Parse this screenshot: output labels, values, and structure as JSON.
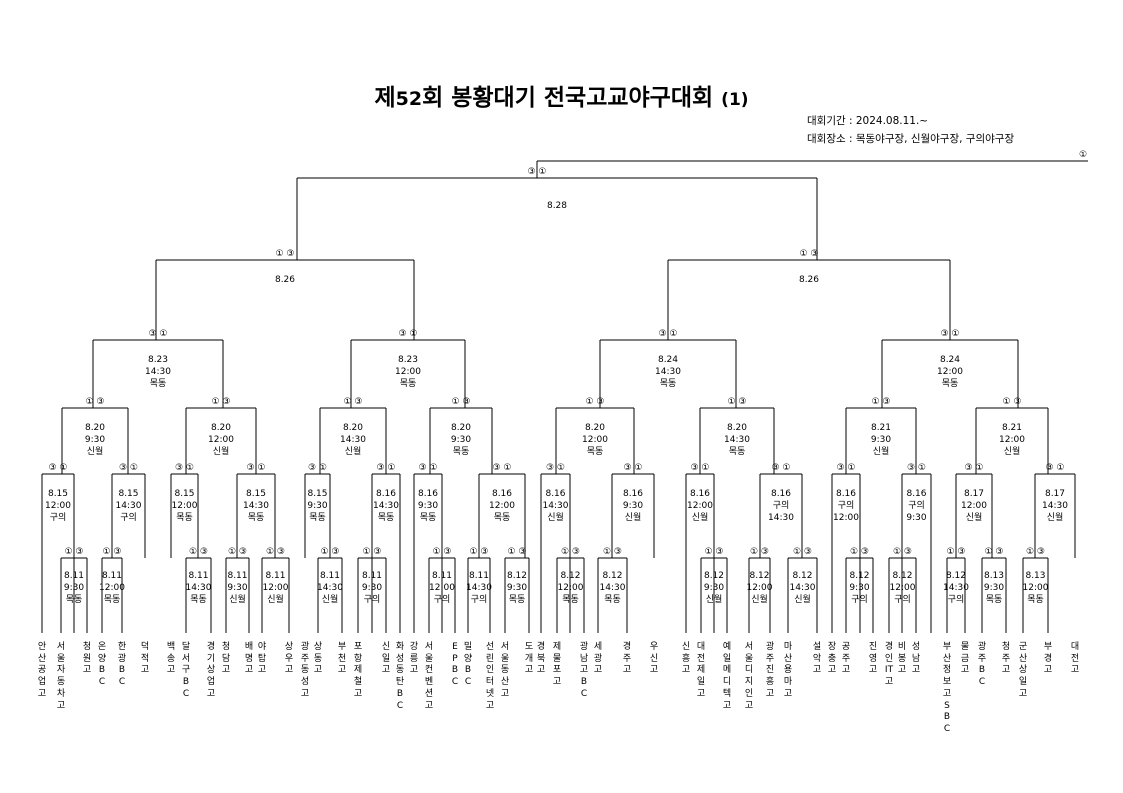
{
  "title": {
    "main": "제",
    "num": "52",
    "rest": "회  봉황대기  전국고교야구대회",
    "part": "(1)"
  },
  "info": {
    "period": "대회기간 : 2024.08.11.~",
    "venue": "대회장소 : 목동야구장, 신월야구장, 구의야구장"
  },
  "bracket": {
    "final_note": {
      "date": "8.28",
      "marks": "③ ①",
      "top_mark": "①"
    },
    "semis": [
      {
        "date": "8.26",
        "marks": "① ③"
      },
      {
        "date": "8.26",
        "marks": "① ③"
      }
    ],
    "quarters": [
      {
        "lines": [
          "8.23",
          "14:30",
          "목동"
        ],
        "marks": "③ ①"
      },
      {
        "lines": [
          "8.23",
          "12:00",
          "목동"
        ],
        "marks": "③ ①"
      },
      {
        "lines": [
          "8.24",
          "14:30",
          "목동"
        ],
        "marks": "③ ①"
      },
      {
        "lines": [
          "8.24",
          "12:00",
          "목동"
        ],
        "marks": "③ ①"
      }
    ],
    "round16": [
      {
        "lines": [
          "8.20",
          "9:30",
          "신월"
        ],
        "marks": "① ③"
      },
      {
        "lines": [
          "8.20",
          "12:00",
          "신월"
        ],
        "marks": "① ③"
      },
      {
        "lines": [
          "8.20",
          "14:30",
          "신월"
        ],
        "marks": "① ③"
      },
      {
        "lines": [
          "8.20",
          "9:30",
          "목동"
        ],
        "marks": "① ③"
      },
      {
        "lines": [
          "8.20",
          "12:00",
          "목동"
        ],
        "marks": "① ③"
      },
      {
        "lines": [
          "8.20",
          "14:30",
          "목동"
        ],
        "marks": "① ③"
      },
      {
        "lines": [
          "8.21",
          "9:30",
          "신월"
        ],
        "marks": "① ③"
      },
      {
        "lines": [
          "8.21",
          "12:00",
          "신월"
        ],
        "marks": "① ③"
      }
    ],
    "round32": [
      {
        "lines": [
          "8.15",
          "12:00",
          "구의"
        ],
        "marks": "③ ①"
      },
      {
        "lines": [
          "8.15",
          "14:30",
          "구의"
        ],
        "marks": "③ ①"
      },
      {
        "lines": [
          "8.15",
          "12:00",
          "목동"
        ],
        "marks": "③ ①"
      },
      {
        "lines": [
          "8.15",
          "14:30",
          "목동"
        ],
        "marks": "③ ①"
      },
      {
        "lines": [
          "8.15",
          "9:30",
          "목동"
        ],
        "marks": "③ ①"
      },
      {
        "lines": [
          "8.16",
          "14:30",
          "목동"
        ],
        "marks": "③ ①"
      },
      {
        "lines": [
          "8.16",
          "9:30",
          "목동"
        ],
        "marks": "③ ①"
      },
      {
        "lines": [
          "8.16",
          "12:00",
          "목동"
        ],
        "marks": "③ ①"
      },
      {
        "lines": [
          "8.16",
          "14:30",
          "신월"
        ],
        "marks": "③ ①"
      },
      {
        "lines": [
          "8.16",
          "9:30",
          "신월"
        ],
        "marks": "③ ①"
      },
      {
        "lines": [
          "8.16",
          "12:00",
          "신월"
        ],
        "marks": "③ ①"
      },
      {
        "lines": [
          "8.16",
          "구의",
          "14:30"
        ],
        "marks": "③ ①"
      },
      {
        "lines": [
          "8.16",
          "구의",
          "12:00"
        ],
        "marks": "③ ①"
      },
      {
        "lines": [
          "8.16",
          "구의",
          "9:30"
        ],
        "marks": "③ ①"
      },
      {
        "lines": [
          "8.17",
          "12:00",
          "신월"
        ],
        "marks": "③ ①"
      },
      {
        "lines": [
          "8.17",
          "14:30",
          "신월"
        ],
        "marks": "③ ①"
      }
    ],
    "round64": [
      {
        "lines": [
          "8.11",
          "9:30",
          "목동"
        ],
        "marks": "① ③"
      },
      {
        "lines": [
          "8.11",
          "12:00",
          "목동"
        ],
        "marks": "① ③"
      },
      {
        "lines": [
          "8.11",
          "14:30",
          "목동"
        ],
        "marks": "① ③"
      },
      {
        "lines": [
          "8.11",
          "9:30",
          "신월"
        ],
        "marks": "① ③"
      },
      {
        "lines": [
          "8.11",
          "12:00",
          "신월"
        ],
        "marks": "① ③"
      },
      {
        "lines": [
          "8.11",
          "14:30",
          "신월"
        ],
        "marks": "① ③"
      },
      {
        "lines": [
          "8.11",
          "9:30",
          "구의"
        ],
        "marks": "① ③"
      },
      {
        "lines": [
          "8.11",
          "12:00",
          "구의"
        ],
        "marks": "① ③"
      },
      {
        "lines": [
          "8.11",
          "14:30",
          "구의"
        ],
        "marks": "① ③"
      },
      {
        "lines": [
          "8.12",
          "9:30",
          "목동"
        ],
        "marks": "① ③"
      },
      {
        "lines": [
          "8.12",
          "12:00",
          "목동"
        ],
        "marks": "① ③"
      },
      {
        "lines": [
          "8.12",
          "14:30",
          "목동"
        ],
        "marks": "① ③"
      },
      {
        "lines": [
          "8.12",
          "9:30",
          "신월"
        ],
        "marks": "① ③"
      },
      {
        "lines": [
          "8.12",
          "12:00",
          "신월"
        ],
        "marks": "① ③"
      },
      {
        "lines": [
          "8.12",
          "14:30",
          "신월"
        ],
        "marks": "① ③"
      },
      {
        "lines": [
          "8.12",
          "9:30",
          "구의"
        ],
        "marks": "① ③"
      },
      {
        "lines": [
          "8.12",
          "12:00",
          "구의"
        ],
        "marks": "① ③"
      },
      {
        "lines": [
          "8.12",
          "14:30",
          "구의"
        ],
        "marks": "① ③"
      },
      {
        "lines": [
          "8.13",
          "9:30",
          "목동"
        ],
        "marks": "① ③"
      },
      {
        "lines": [
          "8.13",
          "12:00",
          "목동"
        ],
        "marks": "① ③"
      }
    ],
    "teams": [
      "안산공업고",
      "서울자동차고",
      "청원고",
      "온양BC",
      "한광BC",
      "덕적고",
      "백송고",
      "달서구BC",
      "경기상업고",
      "청담고",
      "배명고",
      "야탑고",
      "상우고",
      "광주동성고",
      "상동고",
      "부천고",
      "포항제철고",
      "신일고",
      "화성동탄BC",
      "강릉고",
      "서울컨벤션고",
      "EPBC",
      "밀양BC",
      "선린인터넷고",
      "서울동산고",
      "도개고",
      "경북고",
      "제물포고",
      "광남고BC",
      "세광고",
      "경주고",
      "우신고",
      "신흥고",
      "대전제일고",
      "예일메디텍고",
      "서울디지인고",
      "광주진흥고",
      "마산용마고",
      "설악고",
      "장충고",
      "공주고",
      "진영고",
      "경인IT고",
      "비봉고",
      "성남고",
      "부산정보고SBC",
      "물금고",
      "광주BC",
      "청주고",
      "군산상일고",
      "부경고",
      "대전고"
    ]
  }
}
